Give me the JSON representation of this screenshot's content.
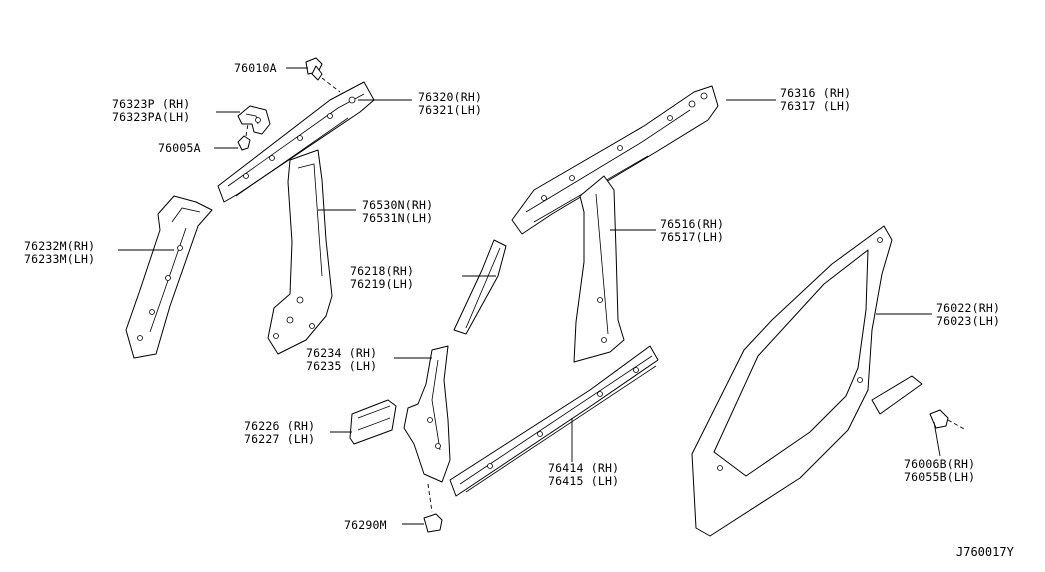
{
  "diagram": {
    "code": "J760017Y",
    "callouts": [
      {
        "id": "76010A",
        "lines": [
          "76010A"
        ]
      },
      {
        "id": "76323P",
        "lines": [
          "76323P (RH)",
          "76323PA(LH)"
        ]
      },
      {
        "id": "76005A",
        "lines": [
          "76005A"
        ]
      },
      {
        "id": "76320",
        "lines": [
          "76320(RH)",
          "76321(LH)"
        ]
      },
      {
        "id": "76232M",
        "lines": [
          "76232M(RH)",
          "76233M(LH)"
        ]
      },
      {
        "id": "76530N",
        "lines": [
          "76530N(RH)",
          "76531N(LH)"
        ]
      },
      {
        "id": "76218",
        "lines": [
          "76218(RH)",
          "76219(LH)"
        ]
      },
      {
        "id": "76234",
        "lines": [
          "76234 (RH)",
          "76235 (LH)"
        ]
      },
      {
        "id": "76226",
        "lines": [
          "76226 (RH)",
          "76227 (LH)"
        ]
      },
      {
        "id": "76290M",
        "lines": [
          "76290M"
        ]
      },
      {
        "id": "76316",
        "lines": [
          "76316 (RH)",
          "76317 (LH)"
        ]
      },
      {
        "id": "76516",
        "lines": [
          "76516(RH)",
          "76517(LH)"
        ]
      },
      {
        "id": "76414",
        "lines": [
          "76414 (RH)",
          "76415 (LH)"
        ]
      },
      {
        "id": "76022",
        "lines": [
          "76022(RH)",
          "76023(LH)"
        ]
      },
      {
        "id": "76006B",
        "lines": [
          "76006B(RH)",
          "76055B(LH)"
        ]
      }
    ]
  }
}
